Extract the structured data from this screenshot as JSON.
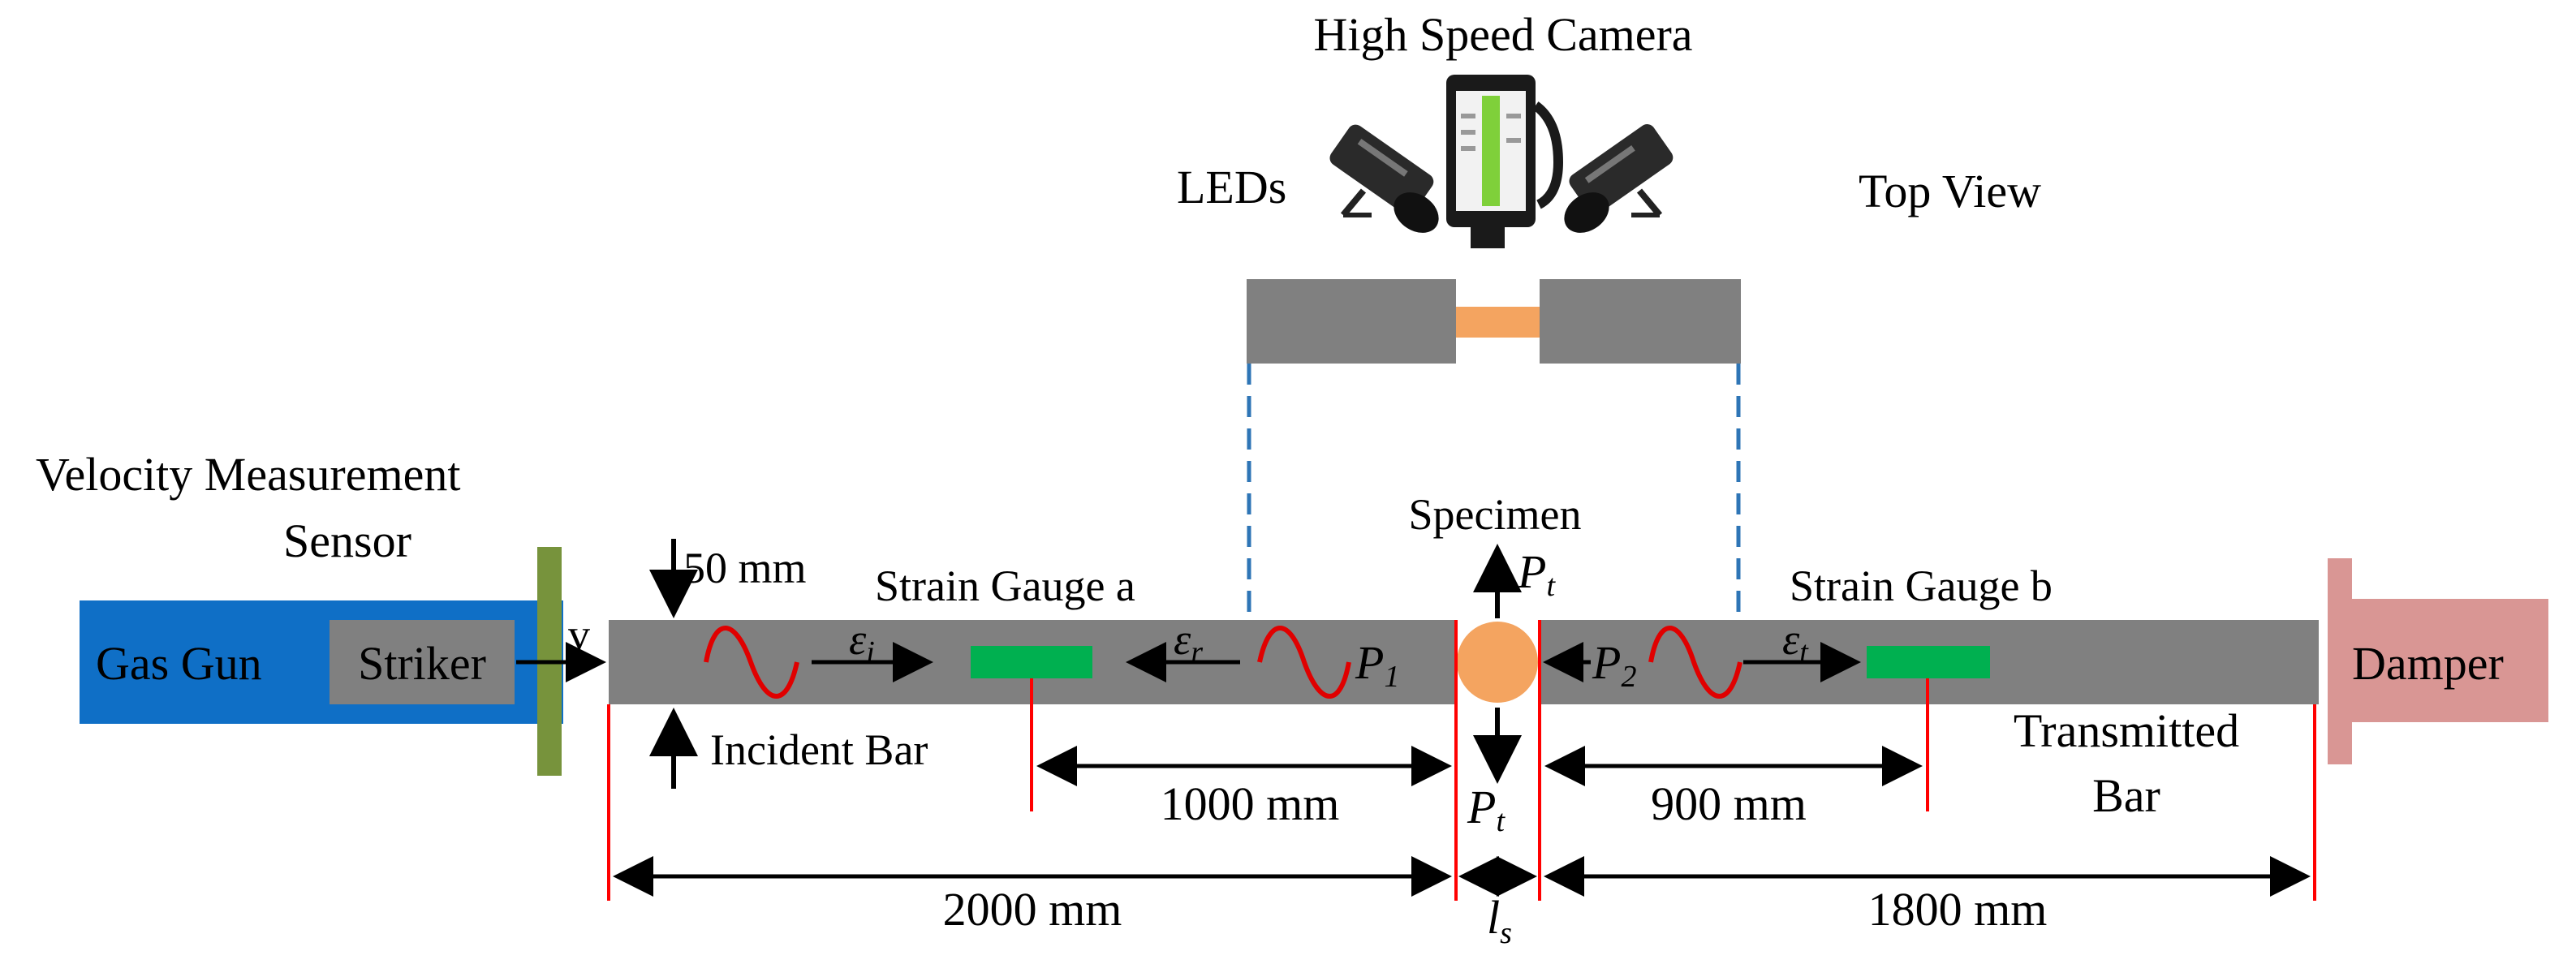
{
  "title": "High Speed Camera",
  "top": {
    "leds_label": "LEDs",
    "view_label": "Top View"
  },
  "left": {
    "sensor_line1": "Velocity Measurement",
    "sensor_line2": "Sensor",
    "gas_gun": "Gas Gun",
    "striker": "Striker",
    "velocity_symbol": "v"
  },
  "incident": {
    "diameter": "50 mm",
    "label": "Incident Bar",
    "gauge_label": "Strain Gauge a",
    "eps_i": "ε",
    "eps_i_sub": "i",
    "eps_r": "ε",
    "eps_r_sub": "r",
    "force": "P",
    "force_sub": "1"
  },
  "specimen": {
    "label": "Specimen",
    "force_up": "P",
    "force_up_sub": "t",
    "force_down": "P",
    "force_down_sub": "t",
    "length_symbol": "l",
    "length_sub": "s"
  },
  "transmitted": {
    "gauge_label": "Strain Gauge b",
    "label_line1": "Transmitted",
    "label_line2": "Bar",
    "eps_t": "ε",
    "eps_t_sub": "t",
    "force": "P",
    "force_sub": "2"
  },
  "damper": "Damper",
  "dimensions": {
    "gauge_a_dist": "1000 mm",
    "gauge_b_dist": "900 mm",
    "incident_len": "2000 mm",
    "transmitted_len": "1800 mm"
  },
  "colors": {
    "bar": "#808080",
    "gas_gun": "#0f6fc6",
    "sensor": "#77933c",
    "gauge": "#00b050",
    "specimen": "#f4a460",
    "damper": "#d99694",
    "wave": "#e00000",
    "marker": "#ff0000",
    "dashed": "#2e75b6"
  }
}
